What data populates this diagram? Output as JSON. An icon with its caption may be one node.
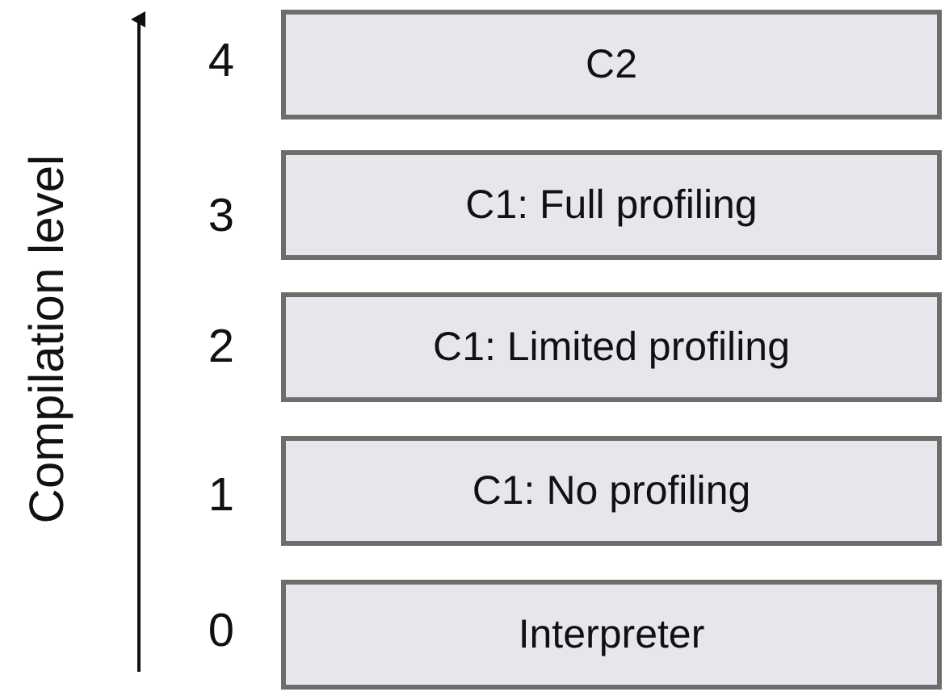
{
  "diagram": {
    "nodes": [
      {
        "text": [
          "C2"
        ]
      },
      {
        "text": [
          "C1: Full profiling"
        ]
      },
      {
        "text": [
          "C1: Limited profiling"
        ]
      },
      {
        "text": [
          "C1: No profiling"
        ]
      },
      {
        "text": [
          "Interpreter"
        ]
      }
    ],
    "labels": [
      "Compilation level",
      "4",
      "3",
      "2",
      "1",
      "0"
    ]
  }
}
